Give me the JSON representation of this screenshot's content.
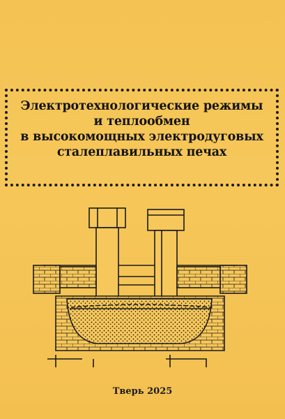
{
  "cover": {
    "title_lines": [
      "Электротехнологические режимы",
      "и теплообмен",
      "в высокомощных электродуговых",
      "сталеплавильных печах"
    ],
    "footer": "Тверь 2025"
  },
  "illustration": {
    "subject": "electric-arc-furnace-cross-section"
  },
  "colors": {
    "background": "#f5c24f",
    "ink": "#141414"
  }
}
